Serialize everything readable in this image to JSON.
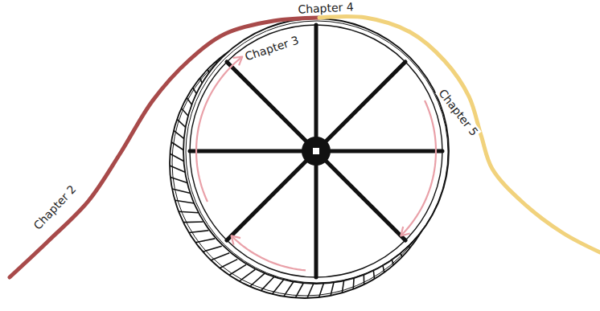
{
  "diagram": {
    "labels": [
      "Chapter 2",
      "Chapter 3",
      "Chapter 4",
      "Chapter 5"
    ]
  }
}
